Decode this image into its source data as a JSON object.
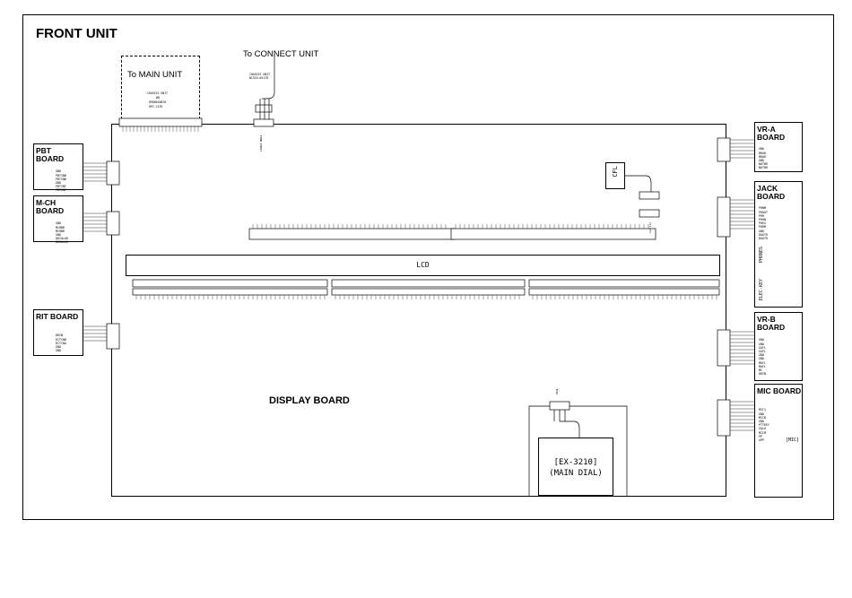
{
  "title": "FRONT UNIT",
  "display_board": {
    "label": "DISPLAY BOARD"
  },
  "to_main_unit": {
    "label": "To MAIN UNIT",
    "chassis": "CHASSIS UNIT",
    "ref": "W8",
    "part": "8900010820",
    "opc": "OPC-2135"
  },
  "to_connect_unit": {
    "label": "To CONNECT UNIT",
    "chassis": "CHASSIS UNIT",
    "ref": "W1310-W1170"
  },
  "lcd": {
    "label": "LCD"
  },
  "cfl": {
    "label": "CFL"
  },
  "main_dial": {
    "line1": "[EX-3210]",
    "line2": "(MAIN DIAL)"
  },
  "mic_jack": {
    "label": "[MIC]"
  },
  "side_boards": {
    "pbt": {
      "title_line1": "PBT",
      "title_line2": "BOARD",
      "pins": [
        "GND",
        "PBTINB",
        "PBTINB",
        "GND",
        "PBTINF",
        "PBTINF"
      ]
    },
    "mch": {
      "title_line1": "M-CH",
      "title_line2": "BOARD",
      "pins": [
        "GND",
        "MCHBR",
        "MCHBR",
        "GND",
        "DDIALAR",
        "DDIALAR"
      ]
    },
    "rit": {
      "title": "RIT BOARD",
      "pins": [
        "DRIN",
        "RITCNB",
        "RITCNA",
        "GND",
        "GND"
      ]
    },
    "vra": {
      "title": "VR-A BOARD",
      "pins": [
        "GND",
        "BRAR",
        "BRAR",
        "GND",
        "NOTBR",
        "NOTBR"
      ]
    },
    "jack": {
      "title": "JACK BOARD",
      "pins": [
        "PHNM",
        "PHOUT",
        "PHR",
        "PHON",
        "PHEX",
        "PHRM",
        "GND",
        "DOUTR",
        "DOUTR"
      ],
      "label_phones": "PHONES",
      "label_elec": "ELEC-KEY"
    },
    "vrb": {
      "title": "VR-B BOARD",
      "pins": [
        "GND",
        "GND",
        "SAFL",
        "SAFL",
        "GND",
        "GND",
        "MAFL",
        "MAFL",
        "MC",
        "DRIN"
      ]
    },
    "mic": {
      "title": "MIC BOARD",
      "pins": [
        "MIC1",
        "GND",
        "MICB",
        "GND",
        "PTTKEY",
        "SQLH",
        "MICM",
        "PP",
        "APP"
      ]
    }
  }
}
